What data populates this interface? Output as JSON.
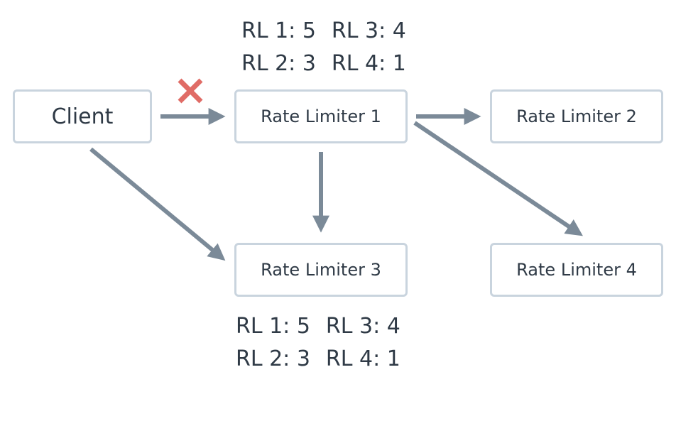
{
  "colors": {
    "arrow": "#7b8a98",
    "box_border": "#c9d4de",
    "text": "#2f3a46",
    "blocked": "#e06c66"
  },
  "nodes": {
    "client": "Client",
    "rl1": "Rate Limiter 1",
    "rl2": "Rate Limiter 2",
    "rl3": "Rate Limiter 3",
    "rl4": "Rate Limiter 4"
  },
  "edges": [
    {
      "from": "client",
      "to": "rl1",
      "status": "blocked",
      "marker": "x-icon"
    },
    {
      "from": "client",
      "to": "rl3",
      "status": "allowed"
    },
    {
      "from": "rl1",
      "to": "rl2",
      "status": "allowed"
    },
    {
      "from": "rl1",
      "to": "rl3",
      "status": "allowed"
    },
    {
      "from": "rl1",
      "to": "rl4",
      "status": "allowed"
    }
  ],
  "counts_top": {
    "rows": [
      [
        "RL 1: 5",
        "RL 3: 4"
      ],
      [
        "RL 2: 3",
        "RL 4: 1"
      ]
    ]
  },
  "counts_bottom": {
    "rows": [
      [
        "RL 1: 5",
        "RL 3: 4"
      ],
      [
        "RL 2: 3",
        "RL 4: 1"
      ]
    ]
  }
}
